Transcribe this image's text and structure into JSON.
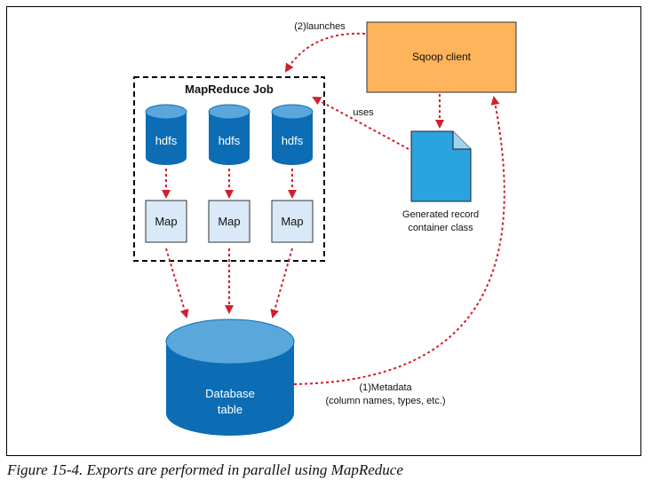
{
  "diagram": {
    "job_title": "MapReduce Job",
    "hdfs_label": "hdfs",
    "map_label": "Map",
    "sqoop_client": "Sqoop client",
    "database_line1": "Database",
    "database_line2": "table",
    "generated_line1": "Generated record",
    "generated_line2": "container class",
    "launches_label": "(2)launches",
    "uses_label": "uses",
    "metadata_line1": "(1)Metadata",
    "metadata_line2": "(column names, types, etc.)",
    "colors": {
      "cylinder": "#0c6db4",
      "cylinder_top": "#5aa7dc",
      "map_fill": "#d9e9f7",
      "sqoop_fill": "#ffb35a",
      "doc_fill": "#2aa3df",
      "arrow": "#d21f2c"
    }
  },
  "caption": "Figure 15-4. Exports are performed in parallel using MapReduce"
}
